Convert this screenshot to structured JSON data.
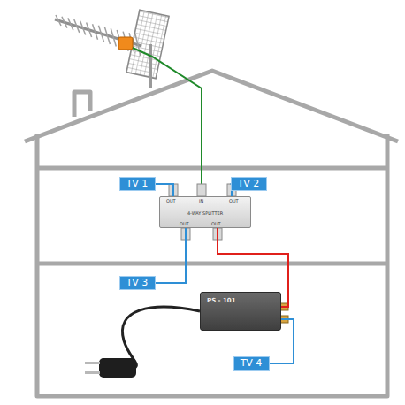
{
  "diagram": {
    "nodes": [
      {
        "text": [
          "TV 1"
        ]
      },
      {
        "text": [
          "4-WAY SPLITTER"
        ]
      },
      {
        "text": [
          "TV 2"
        ]
      },
      {
        "text": [
          "TV 3"
        ]
      },
      {
        "text": [
          "PS - 101"
        ]
      },
      {
        "text": [
          "TV 4"
        ]
      }
    ],
    "edges": [
      {
        "from": 1,
        "to": 0,
        "arrow": "none"
      },
      {
        "from": 1,
        "to": 2,
        "arrow": "none"
      },
      {
        "from": 1,
        "to": 3,
        "arrow": "none"
      },
      {
        "from": 1,
        "to": 4,
        "arrow": "none"
      },
      {
        "from": 4,
        "to": 5,
        "arrow": "none"
      }
    ],
    "labels": [
      "OUT",
      "IN",
      "OUT",
      "OUT",
      "OUT"
    ]
  }
}
